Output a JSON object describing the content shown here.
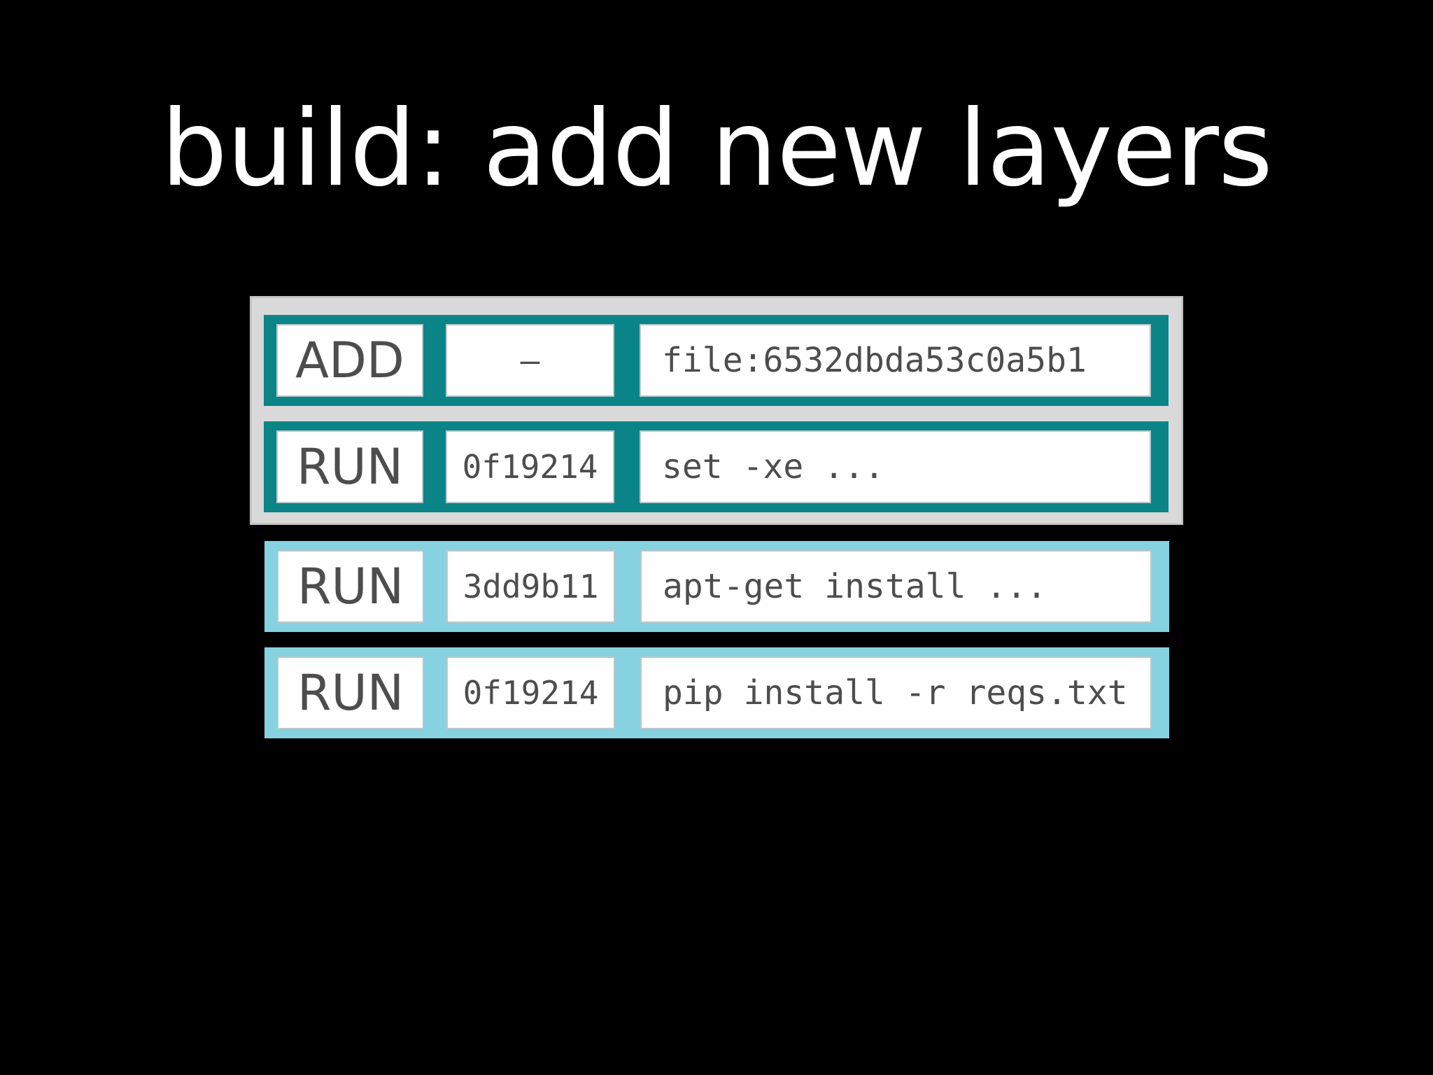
{
  "slide": {
    "title": "build: add new layers"
  },
  "colors": {
    "background": "#000000",
    "title": "#ffffff",
    "existing_group_bg": "#d9d9d9",
    "cached_layer": "#0b8488",
    "new_layer": "#86d2e0",
    "cell_bg": "#ffffff",
    "cell_text": "#4d4d4d"
  },
  "existing_layers": [
    {
      "instruction": "ADD",
      "hash": "–",
      "command": "file:6532dbda53c0a5b1"
    },
    {
      "instruction": "RUN",
      "hash": "0f19214",
      "command": "set -xe ..."
    }
  ],
  "new_layers": [
    {
      "instruction": "RUN",
      "hash": "3dd9b11",
      "command": "apt-get install ..."
    },
    {
      "instruction": "RUN",
      "hash": "0f19214",
      "command": "pip install -r reqs.txt"
    }
  ]
}
